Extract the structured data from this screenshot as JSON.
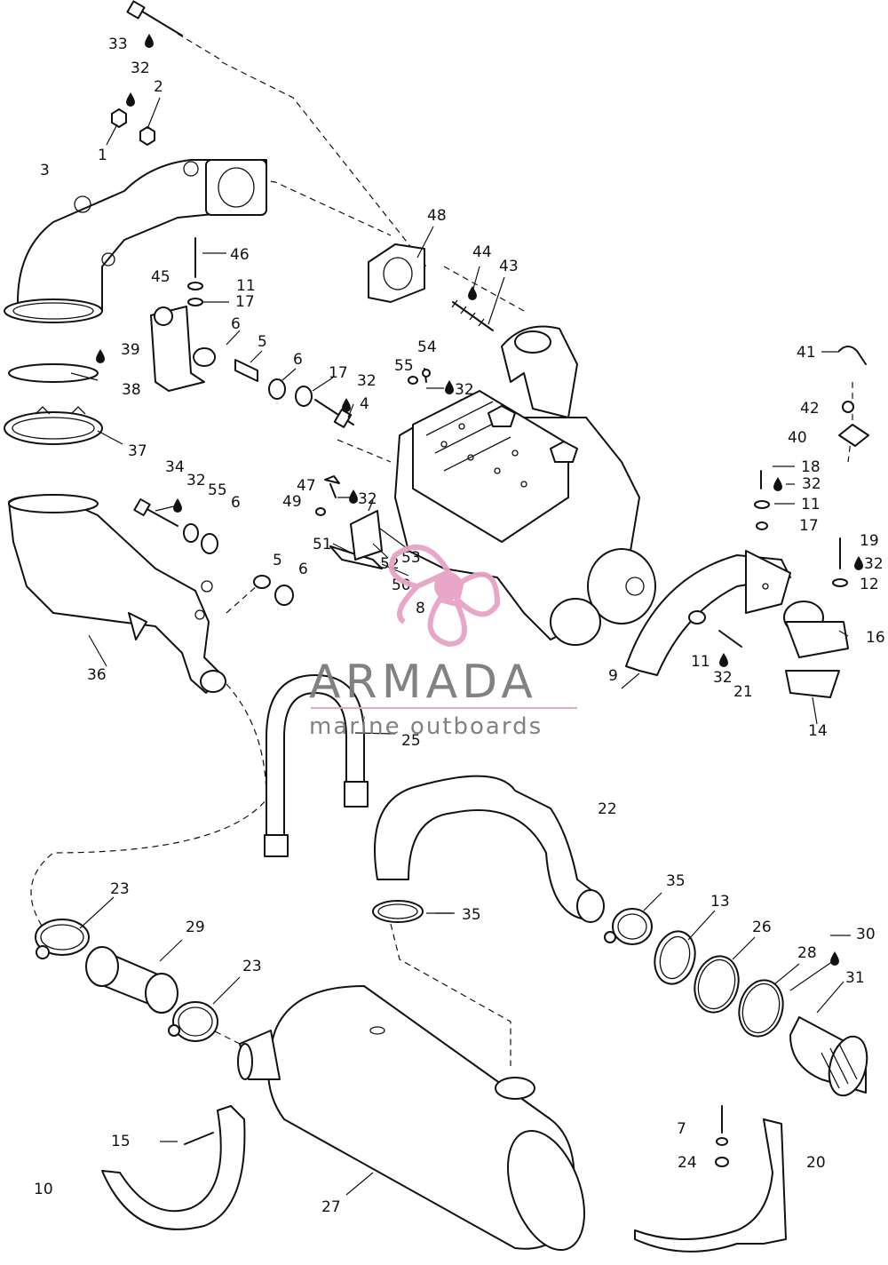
{
  "diagram": {
    "callouts": [
      {
        "id": "c1",
        "label": "1"
      },
      {
        "id": "c2",
        "label": "2"
      },
      {
        "id": "c3",
        "label": "3"
      },
      {
        "id": "c4",
        "label": "4"
      },
      {
        "id": "c5a",
        "label": "5"
      },
      {
        "id": "c5b",
        "label": "5"
      },
      {
        "id": "c6a",
        "label": "6"
      },
      {
        "id": "c6b",
        "label": "6"
      },
      {
        "id": "c6c",
        "label": "6"
      },
      {
        "id": "c6d",
        "label": "6"
      },
      {
        "id": "c7",
        "label": "7"
      },
      {
        "id": "c8",
        "label": "8"
      },
      {
        "id": "c9",
        "label": "9"
      },
      {
        "id": "c10",
        "label": "10"
      },
      {
        "id": "c11a",
        "label": "11"
      },
      {
        "id": "c11b",
        "label": "11"
      },
      {
        "id": "c11c",
        "label": "11"
      },
      {
        "id": "c12",
        "label": "12"
      },
      {
        "id": "c13",
        "label": "13"
      },
      {
        "id": "c14",
        "label": "14"
      },
      {
        "id": "c15",
        "label": "15"
      },
      {
        "id": "c16",
        "label": "16"
      },
      {
        "id": "c17a",
        "label": "17"
      },
      {
        "id": "c17b",
        "label": "17"
      },
      {
        "id": "c17c",
        "label": "17"
      },
      {
        "id": "c18",
        "label": "18"
      },
      {
        "id": "c19",
        "label": "19"
      },
      {
        "id": "c20",
        "label": "20"
      },
      {
        "id": "c21",
        "label": "21"
      },
      {
        "id": "c22",
        "label": "22"
      },
      {
        "id": "c23a",
        "label": "23"
      },
      {
        "id": "c23b",
        "label": "23"
      },
      {
        "id": "c24",
        "label": "24"
      },
      {
        "id": "c25",
        "label": "25"
      },
      {
        "id": "c26",
        "label": "26"
      },
      {
        "id": "c27",
        "label": "27"
      },
      {
        "id": "c28",
        "label": "28"
      },
      {
        "id": "c29",
        "label": "29"
      },
      {
        "id": "c30",
        "label": "30"
      },
      {
        "id": "c31",
        "label": "31"
      },
      {
        "id": "c32a",
        "label": "32"
      },
      {
        "id": "c32b",
        "label": "32"
      },
      {
        "id": "c32c",
        "label": "32"
      },
      {
        "id": "c32d",
        "label": "32"
      },
      {
        "id": "c32e",
        "label": "32"
      },
      {
        "id": "c32f",
        "label": "32"
      },
      {
        "id": "c32g",
        "label": "32"
      },
      {
        "id": "c32h",
        "label": "32"
      },
      {
        "id": "c33",
        "label": "33"
      },
      {
        "id": "c34",
        "label": "34"
      },
      {
        "id": "c35a",
        "label": "35"
      },
      {
        "id": "c35b",
        "label": "35"
      },
      {
        "id": "c36",
        "label": "36"
      },
      {
        "id": "c37",
        "label": "37"
      },
      {
        "id": "c38",
        "label": "38"
      },
      {
        "id": "c39",
        "label": "39"
      },
      {
        "id": "c40",
        "label": "40"
      },
      {
        "id": "c41",
        "label": "41"
      },
      {
        "id": "c42",
        "label": "42"
      },
      {
        "id": "c43",
        "label": "43"
      },
      {
        "id": "c44",
        "label": "44"
      },
      {
        "id": "c45",
        "label": "45"
      },
      {
        "id": "c46",
        "label": "46"
      },
      {
        "id": "c47",
        "label": "47"
      },
      {
        "id": "c48",
        "label": "48"
      },
      {
        "id": "c49",
        "label": "49"
      },
      {
        "id": "c50",
        "label": "50"
      },
      {
        "id": "c51",
        "label": "51"
      },
      {
        "id": "c52",
        "label": "52"
      },
      {
        "id": "c53",
        "label": "53"
      },
      {
        "id": "c54",
        "label": "54"
      },
      {
        "id": "c55a",
        "label": "55"
      },
      {
        "id": "c55b",
        "label": "55"
      }
    ]
  },
  "watermark": {
    "brand": "ARMADA",
    "tagline": "marine outboards",
    "colors": {
      "pink": "#e7a3c6",
      "text": "#7b7b7b",
      "rule": "#e7a3c6"
    }
  }
}
